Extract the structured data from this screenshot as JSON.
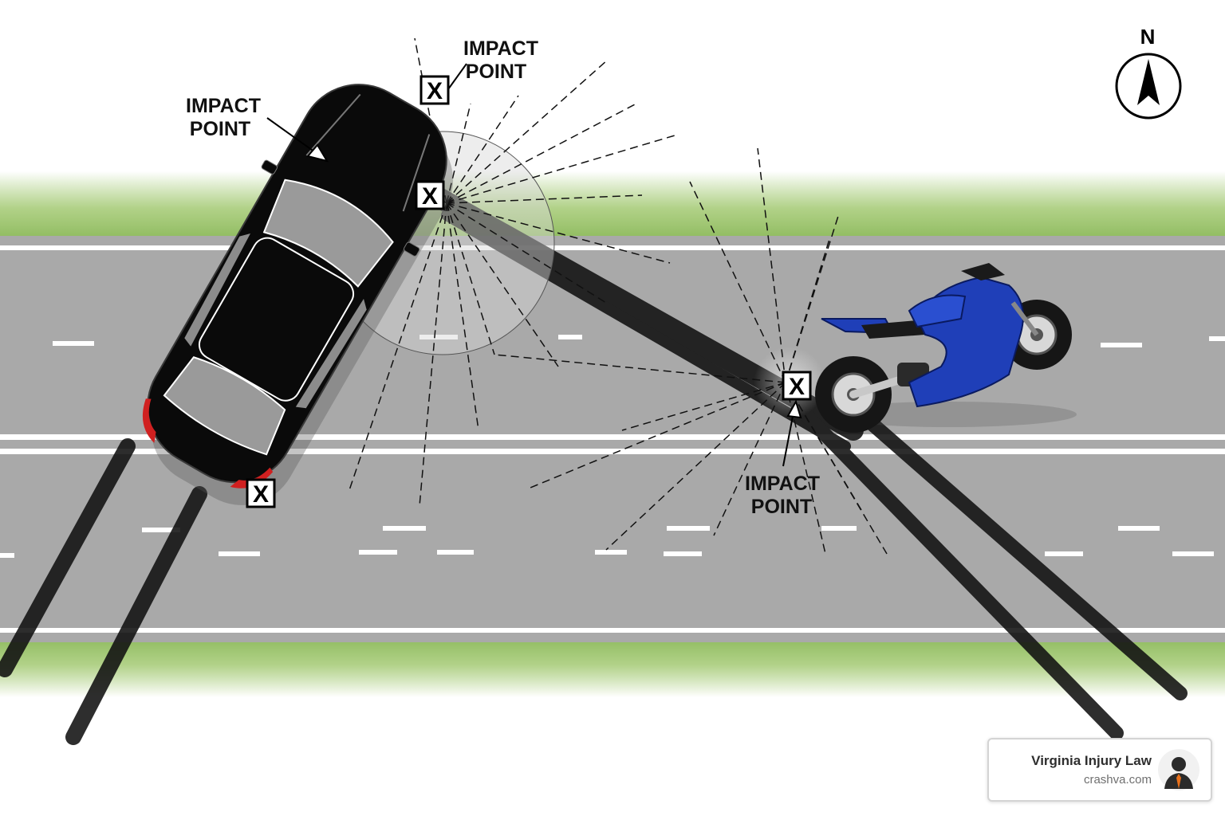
{
  "callouts": [
    {
      "id": "car-side",
      "line1": "IMPACT",
      "line2": "POINT"
    },
    {
      "id": "car-front",
      "line1": "IMPACT",
      "line2": "POINT"
    },
    {
      "id": "motorcycle",
      "line1": "IMPACT",
      "line2": "POINT"
    }
  ],
  "x_marker_label": "X",
  "compass": {
    "label": "N"
  },
  "branding": {
    "name": "Virginia Injury Law",
    "url": "crashva.com"
  },
  "vehicles": {
    "car_color": "#0a0a0a",
    "motorcycle_color": "#1f3fb8"
  },
  "colors": {
    "road": "#a9a9a9",
    "grass": "#9cc46a",
    "lane_marking": "#ffffff",
    "skid_mark": "#111111",
    "tail_light": "#d02020",
    "brand_accent": "#e8701a"
  },
  "icons": [
    "compass-arrow-icon",
    "x-marker-icon",
    "lawyer-avatar-icon"
  ]
}
